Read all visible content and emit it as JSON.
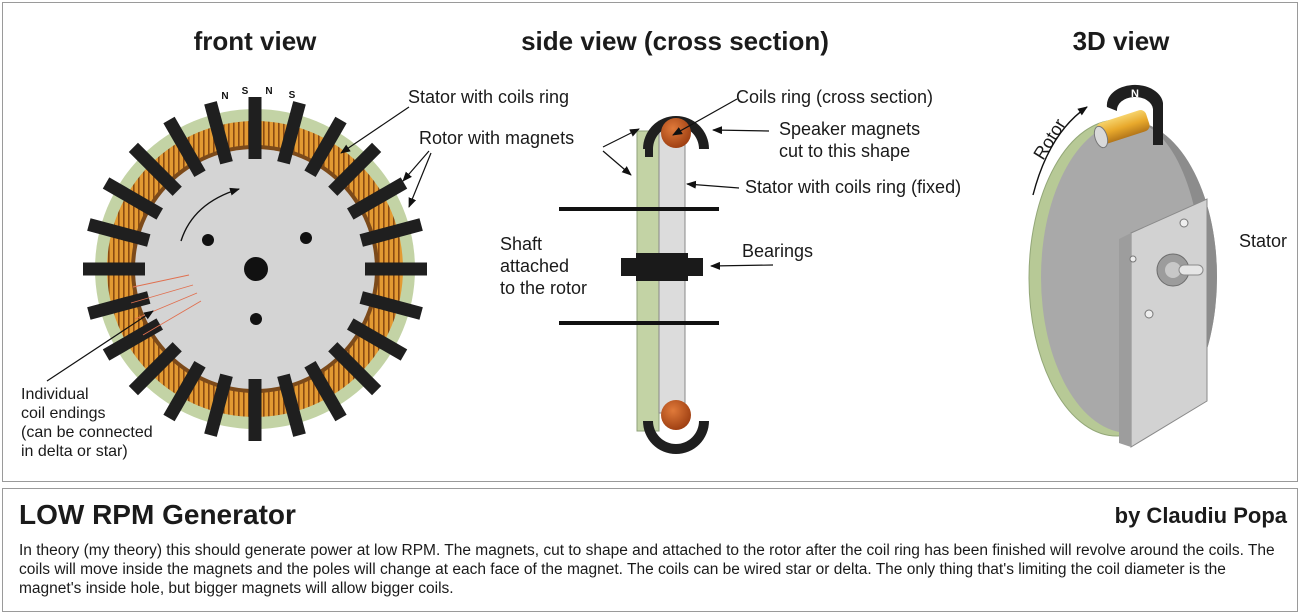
{
  "views": {
    "front": "front view",
    "side": "side view (cross section)",
    "three_d": "3D view"
  },
  "poles": {
    "p1": "N",
    "p2": "S",
    "p3": "N",
    "p4": "S",
    "p5": "N"
  },
  "labels": {
    "stator_coils_ring": "Stator with coils ring",
    "rotor_magnets": "Rotor with magnets",
    "coil_endings_1": "Individual",
    "coil_endings_2": "coil endings",
    "coil_endings_3": "(can be connected",
    "coil_endings_4": "in delta or star)",
    "coils_ring_cross": "Coils ring (cross section)",
    "speaker_magnets_1": "Speaker magnets",
    "speaker_magnets_2": "cut to this shape",
    "stator_fixed": "Stator with coils ring (fixed)",
    "shaft_1": "Shaft",
    "shaft_2": "attached",
    "shaft_3": "to the rotor",
    "bearings": "Bearings",
    "rotor_3d": "Rotor",
    "stator_3d": "Stator"
  },
  "footer": {
    "title": "LOW RPM Generator",
    "author": "by Claudiu Popa",
    "description": "In theory (my theory) this should generate power at low RPM. The magnets, cut to shape and attached to the rotor after the coil ring has been finished will revolve around the coils. The coils will move inside the magnets and the poles will change at each face of the magnet. The coils can be wired star or delta. The only thing that's limiting the coil diameter is the magnet's inside hole, but bigger magnets will allow bigger coils."
  },
  "colors": {
    "stator_green": "#c3d3a5",
    "coil_orange": "#e0902b",
    "rotor_grey": "#d4d4d4",
    "magnet_black": "#1f1f1f",
    "core_copper": "#b8541c"
  }
}
